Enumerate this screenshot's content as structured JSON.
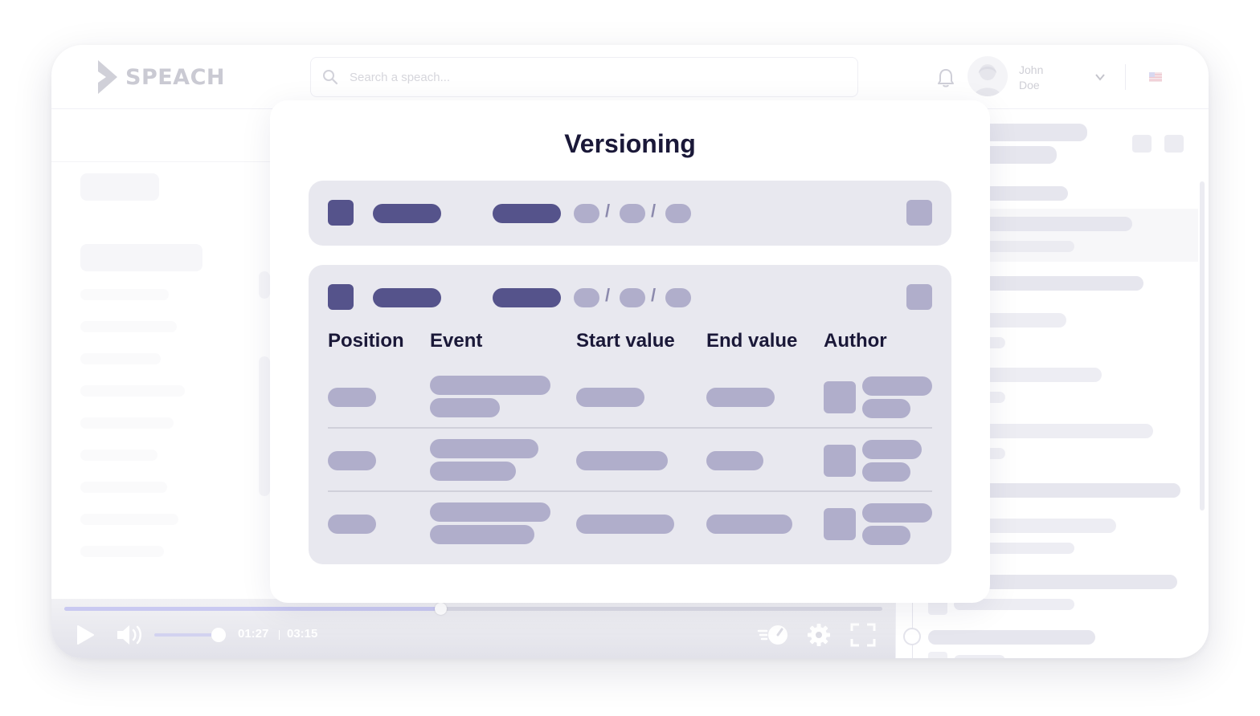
{
  "header": {
    "logo_text": "SPEACH",
    "search_placeholder": "Search a speach...",
    "user_first": "John",
    "user_last": "Doe"
  },
  "player": {
    "current_time": "01:27",
    "duration": "03:15",
    "progress_fraction": 0.46,
    "volume_fraction": 1.0
  },
  "modal": {
    "title": "Versioning",
    "columns": [
      "Position",
      "Event",
      "Start value",
      "End value",
      "Author"
    ]
  },
  "colors": {
    "accent_dark": "#55538b",
    "skeleton": "#b0aecb",
    "card_bg": "#e8e8ef",
    "title_text": "#1a1838"
  },
  "icons": [
    "search-icon",
    "bell-icon",
    "chevron-down-icon",
    "flag-icon",
    "play-icon",
    "volume-icon",
    "speed-icon",
    "gear-icon",
    "fullscreen-icon"
  ]
}
